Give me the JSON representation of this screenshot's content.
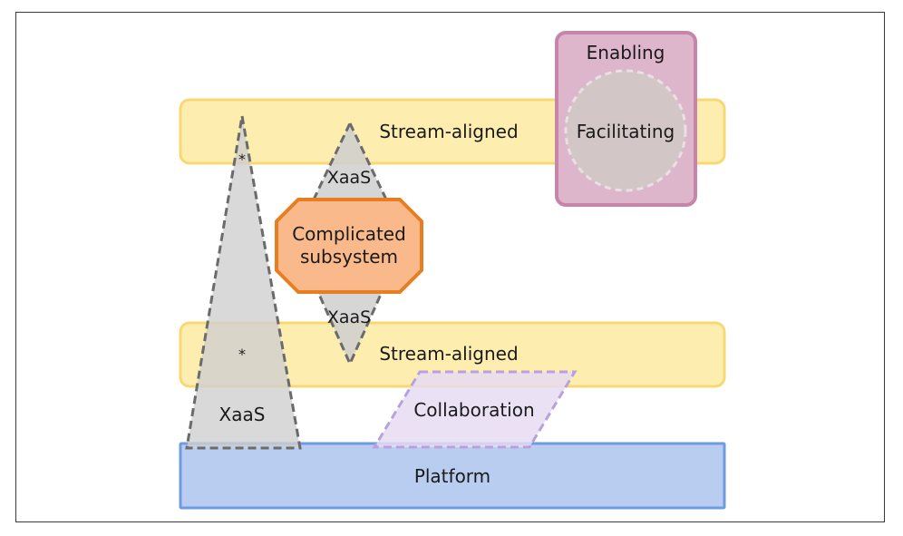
{
  "diagram": {
    "bands": {
      "stream_top": "Stream-aligned",
      "stream_bottom": "Stream-aligned",
      "platform": "Platform"
    },
    "enabling": {
      "title": "Enabling",
      "inner": "Facilitating"
    },
    "complicated": {
      "line1": "Complicated",
      "line2": "subsystem"
    },
    "xaas": {
      "diamond_top": "XaaS",
      "diamond_bottom": "XaaS",
      "triangle": "XaaS",
      "star_top": "*",
      "star_mid": "*"
    },
    "collaboration": "Collaboration",
    "colors": {
      "stream_fill": "#fdeeb0",
      "stream_stroke": "#f7d874",
      "platform_fill": "#b9cdf0",
      "platform_stroke": "#6f9be0",
      "enabling_fill": "#ddb6cc",
      "enabling_stroke": "#c785aa",
      "complicated_fill": "#f9b98a",
      "complicated_stroke": "#e67e22",
      "xaas_fill": "#cfcfcf",
      "xaas_stroke": "#6b6b6b",
      "collab_fill": "#e6dcf2",
      "collab_stroke": "#b9a2dc"
    }
  }
}
